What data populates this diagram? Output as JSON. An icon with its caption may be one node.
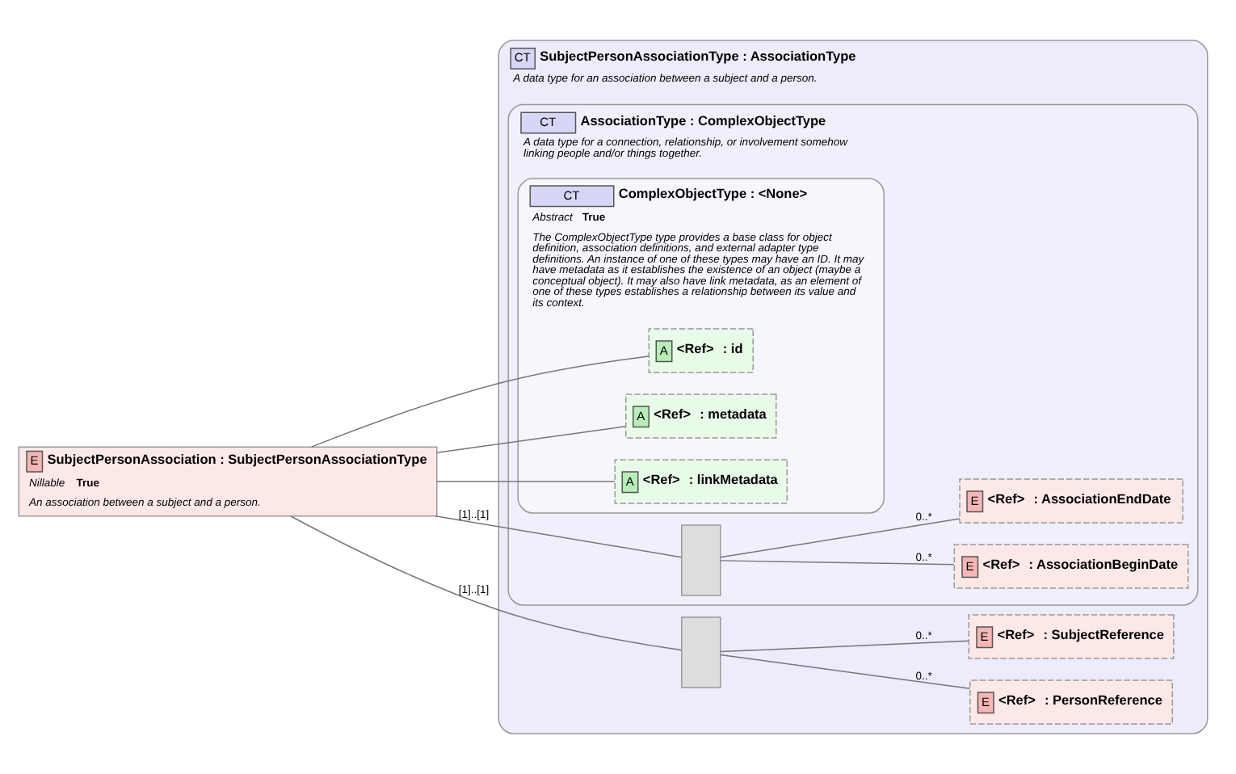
{
  "diagram": {
    "nodes": [
      {
        "text": [
          "E",
          "SubjectPersonAssociation : SubjectPersonAssociationType",
          "Nillable",
          "True",
          "An association between a subject and a person."
        ]
      },
      {
        "text": [
          "CT",
          "SubjectPersonAssociationType : AssociationType",
          "A data type for an association between a subject and a person."
        ]
      },
      {
        "text": [
          "CT",
          "AssociationType : ComplexObjectType",
          "A data type for a connection, relationship, or involvement somehow linking people and/or things together."
        ],
        "in": 1
      },
      {
        "text": [
          "CT",
          "ComplexObjectType : <None>",
          "Abstract",
          "True",
          "The ComplexObjectType type provides a base class for object definition, association definitions, and external adapter type definitions. An instance of one of these types may have an ID. It may have metadata as it establishes the existence of an object (maybe a conceptual object). It may also have link metadata, as an element of one of these types establishes a relationship between its value and its context."
        ],
        "in": 2
      },
      {
        "text": [
          "A",
          "<Ref>",
          ": id"
        ],
        "in": 3
      },
      {
        "text": [
          "A",
          "<Ref>",
          ": metadata"
        ],
        "in": 3
      },
      {
        "text": [
          "A",
          "<Ref>",
          ": linkMetadata"
        ],
        "in": 3
      },
      {
        "text": [],
        "shape": "box",
        "in": 2
      },
      {
        "text": [
          "E",
          "<Ref>",
          ": AssociationBeginDate"
        ],
        "in": 2
      },
      {
        "text": [
          "E",
          "<Ref>",
          ": AssociationEndDate"
        ],
        "in": 2
      },
      {
        "text": [],
        "shape": "box",
        "in": 1
      },
      {
        "text": [
          "E",
          "<Ref>",
          ": PersonReference"
        ],
        "in": 1
      },
      {
        "text": [
          "E",
          "<Ref>",
          ": SubjectReference"
        ],
        "in": 1
      }
    ],
    "edges": [
      {
        "from": 0,
        "to": 4,
        "arrow": "none"
      },
      {
        "from": 0,
        "to": 5,
        "arrow": "none"
      },
      {
        "from": 0,
        "to": 6,
        "arrow": "none"
      },
      {
        "from": 0,
        "to": 7,
        "arrow": "none",
        "label": "[1]..[1]"
      },
      {
        "from": 7,
        "to": 8,
        "arrow": "none",
        "label": "0..*"
      },
      {
        "from": 7,
        "to": 9,
        "arrow": "none",
        "label": "0..*"
      },
      {
        "from": 0,
        "to": 10,
        "arrow": "none",
        "label": "[1]..[1]"
      },
      {
        "from": 10,
        "to": 11,
        "arrow": "none",
        "label": "0..*"
      },
      {
        "from": 10,
        "to": 12,
        "arrow": "none",
        "label": "0..*"
      }
    ]
  }
}
